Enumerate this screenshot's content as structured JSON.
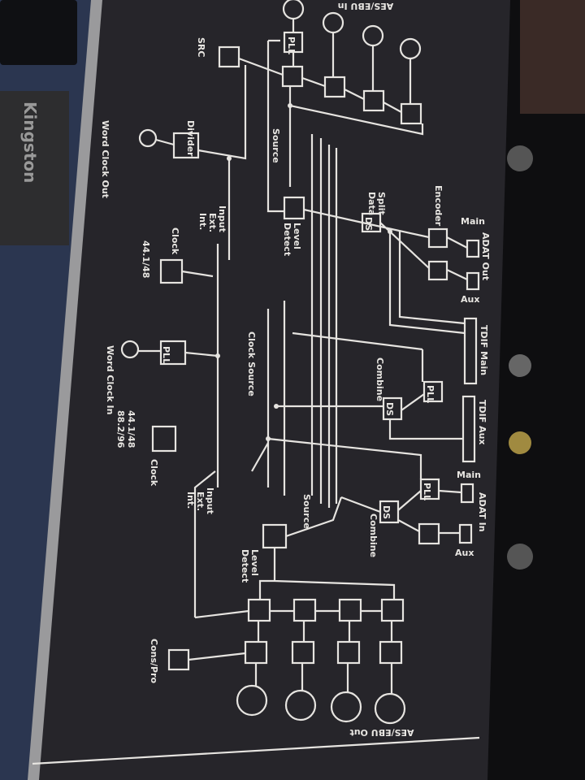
{
  "panel": {
    "aes_ebu_in": "AES/EBU In",
    "aes_ebu_out": "AES/EBU Out",
    "src": "SRC",
    "divider": "Divider",
    "word_clock_out": "Word Clock Out",
    "word_clock_in": "Word Clock In",
    "input_ext_int_top": [
      "Input",
      "Ext.",
      "Int."
    ],
    "input_ext_int_bottom": [
      "Input",
      "Ext.",
      "Int."
    ],
    "clock_top": "Clock",
    "clock_bottom": "Clock",
    "rate_top": "44.1/48",
    "rate_bottom": [
      "44.1/48",
      "88.2/96"
    ],
    "source_top": "Source",
    "source_bottom": "Source",
    "level_detect_top": [
      "Level",
      "Detect"
    ],
    "level_detect_bottom": [
      "Level",
      "Detect"
    ],
    "clock_source": "Clock Source",
    "split_data": [
      "Split",
      "Data"
    ],
    "encoder": "Encoder",
    "adat_out": "ADAT Out",
    "adat_out_main": "Main",
    "adat_out_aux": "Aux",
    "tdif_main": "TDIF Main",
    "tdif_aux": "TDIF Aux",
    "combine_top": "Combine",
    "combine_bottom": "Combine",
    "adat_in": "ADAT In",
    "adat_in_main": "Main",
    "adat_in_aux": "Aux",
    "cons_pro": "Cons/Pro",
    "pll": "PLL",
    "ds": "DS"
  },
  "background": {
    "ssd_brand": "Kingston"
  },
  "colors": {
    "panel": "#26252a",
    "print": "#e6e4e0",
    "rack_blue": "#2a3550"
  }
}
